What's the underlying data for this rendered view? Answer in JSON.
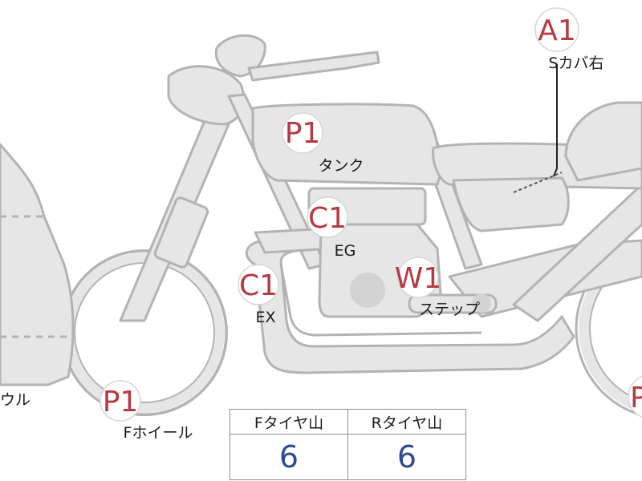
{
  "markers": [
    {
      "id": "a1-rear-cover",
      "code": "A1",
      "label": "Sカバ右"
    },
    {
      "id": "p1-tank",
      "code": "P1",
      "label": "タンク"
    },
    {
      "id": "c1-engine",
      "code": "C1",
      "label": "EG"
    },
    {
      "id": "c1-exhaust",
      "code": "C1",
      "label": "EX"
    },
    {
      "id": "w1-step",
      "code": "W1",
      "label": "ステップ"
    },
    {
      "id": "p1-front-wheel",
      "code": "P1",
      "label": "Fホイール"
    },
    {
      "id": "p1-rear-wheel",
      "code": "P"
    },
    {
      "id": "cowl",
      "label": "ウル"
    }
  ],
  "tire_table": {
    "headers": [
      "Fタイヤ山",
      "Rタイヤ山"
    ],
    "values": [
      "6",
      "6"
    ]
  }
}
